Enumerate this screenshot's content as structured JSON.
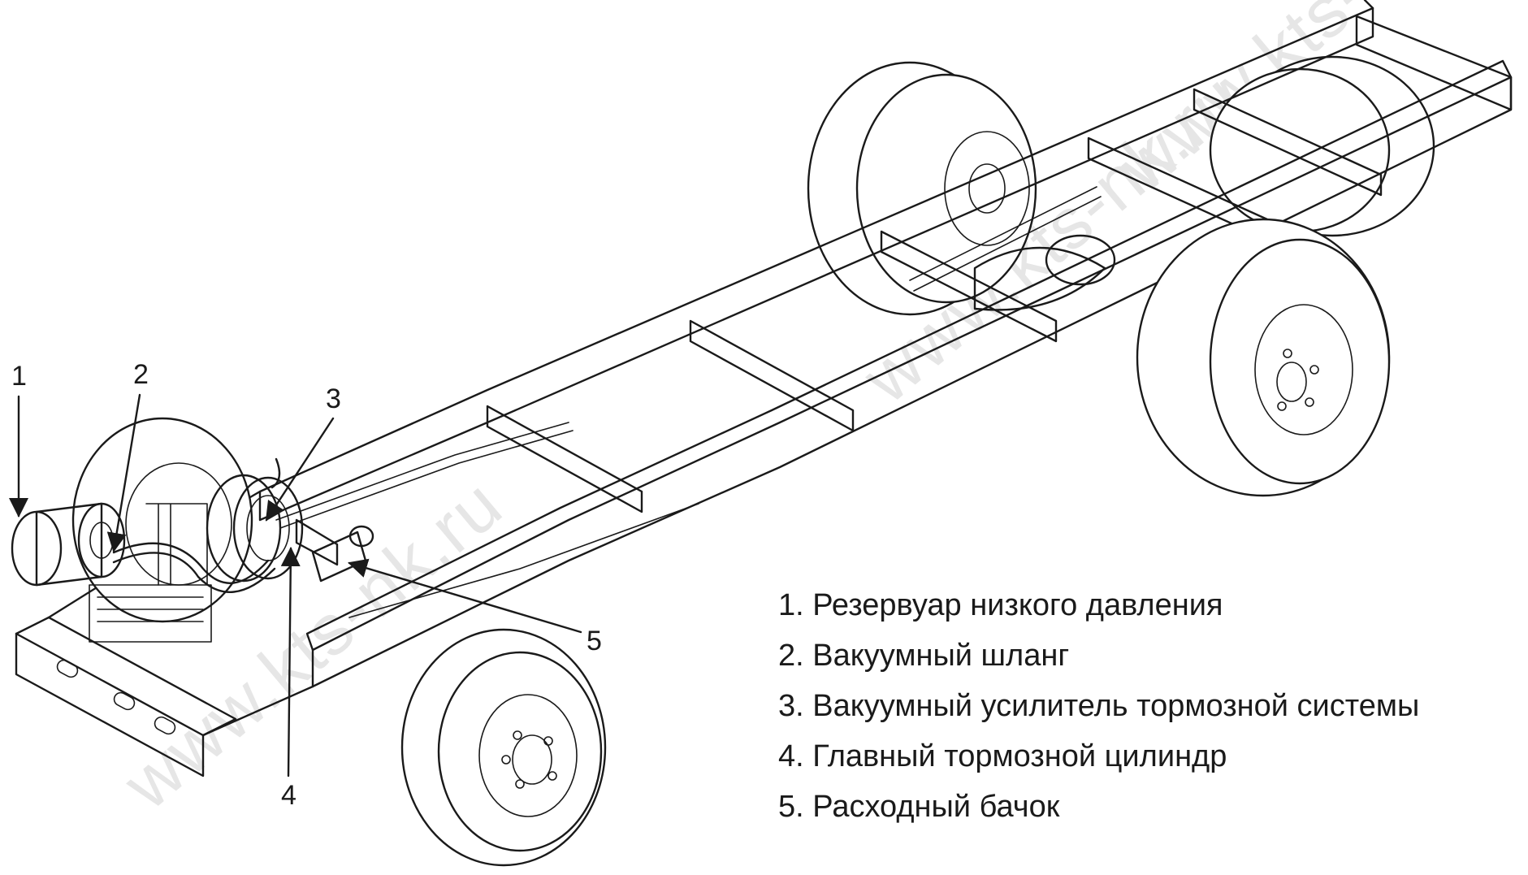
{
  "watermarks": [
    "www.kts-nk.ru",
    "www.kts-nk.ru",
    "www.kts-nk.ru"
  ],
  "callouts": [
    {
      "num": "1"
    },
    {
      "num": "2"
    },
    {
      "num": "3"
    },
    {
      "num": "4"
    },
    {
      "num": "5"
    }
  ],
  "legend": [
    "1. Резервуар низкого давления",
    "2. Вакуумный шланг",
    "3. Вакуумный усилитель тормозной системы",
    "4. Главный тормозной цилиндр",
    "5. Расходный бачок"
  ]
}
